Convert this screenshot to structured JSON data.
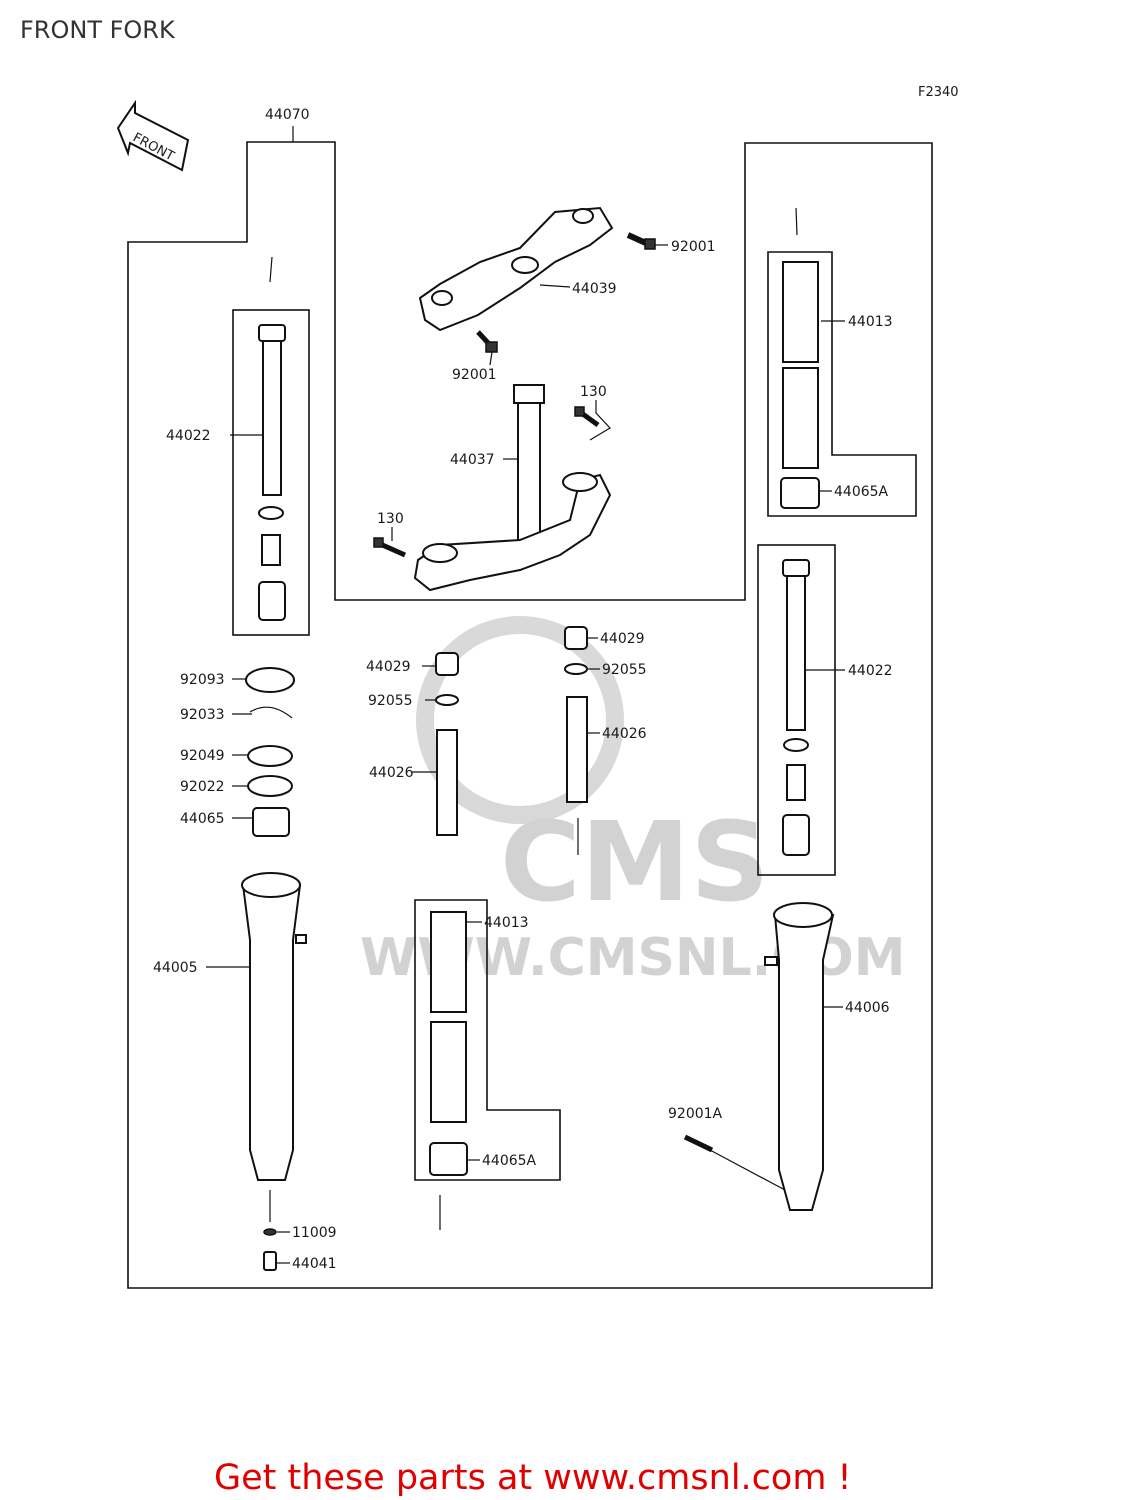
{
  "page": {
    "title": "FRONT FORK",
    "diagram_code": "F2340",
    "footer": "Get these parts at www.cmsnl.com !"
  },
  "watermark": {
    "brand": "CMS",
    "url": "WWW.CMSNL.COM"
  },
  "front_arrow": {
    "label": "FRONT"
  },
  "parts": [
    "44070",
    "92001",
    "44039",
    "92001",
    "130",
    "44037",
    "130",
    "44022",
    "44013",
    "44065A",
    "44022",
    "92093",
    "92033",
    "92049",
    "92022",
    "44065",
    "44029",
    "92055",
    "44026",
    "44029",
    "92055",
    "44026",
    "44013",
    "44065A",
    "44005",
    "44006",
    "92001A",
    "11009",
    "44041"
  ],
  "colors": {
    "footer": "#e00000",
    "watermark": "#c8c8c8",
    "lines": "#111111"
  }
}
